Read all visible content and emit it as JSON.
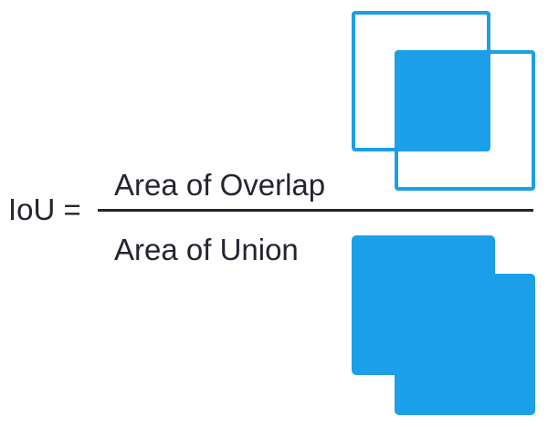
{
  "formula": {
    "lhs": "IoU =",
    "numerator": "Area of Overlap",
    "denominator": "Area of Union"
  },
  "colors": {
    "accent_blue": "#1B9FE8",
    "text_dark": "#23262F",
    "background": "#FFFFFF"
  }
}
